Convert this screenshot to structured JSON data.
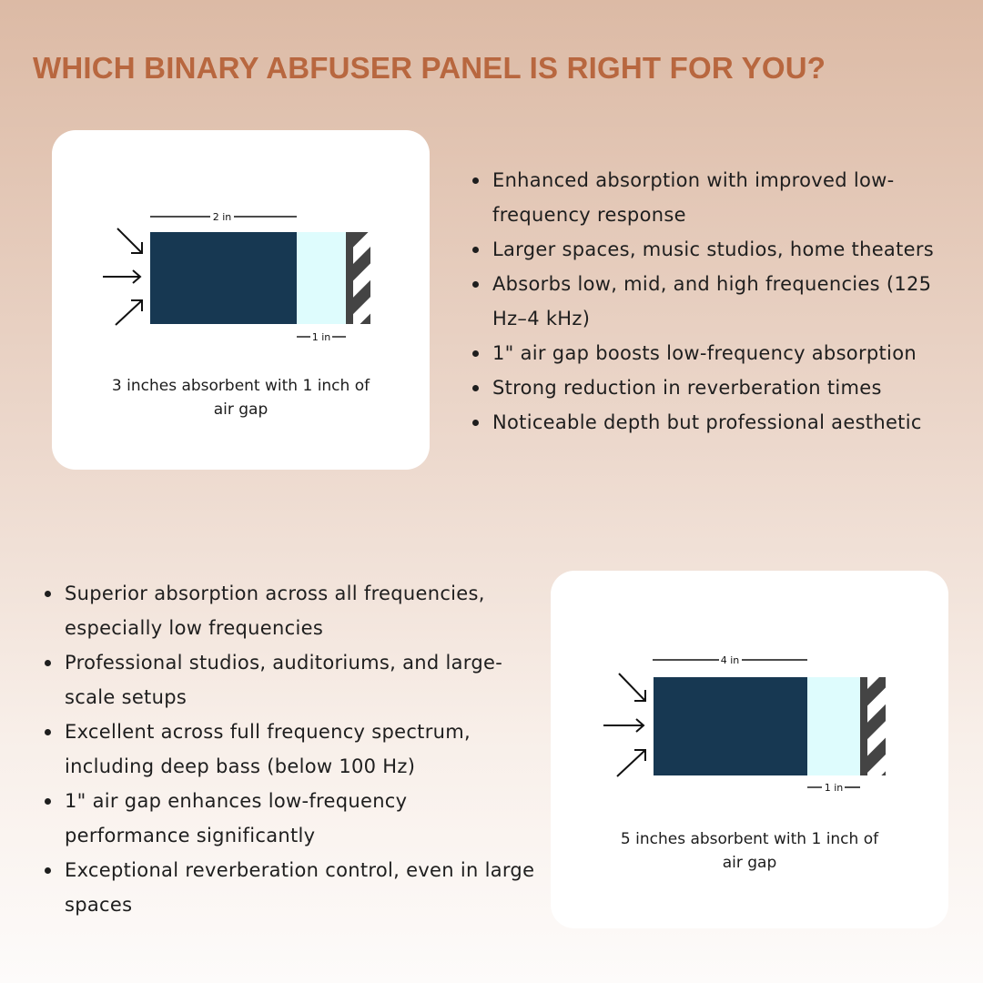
{
  "title": "WHICH BINARY ABFUSER PANEL IS RIGHT FOR YOU?",
  "colors": {
    "title": "#b8673f",
    "absorbent": "#173852",
    "air_gap": "#defcfd",
    "wall": "#444444"
  },
  "panel_3in": {
    "dimension_top": "2 in",
    "dimension_bottom": "1 in",
    "caption": "3 inches absorbent with 1 inch of air gap",
    "features": [
      "Enhanced absorption with improved low-frequency response",
      "Larger spaces, music studios, home theaters",
      "Absorbs low, mid, and high frequencies (125 Hz–4 kHz)",
      "1\" air gap boosts low-frequency absorption",
      "Strong reduction in reverberation times",
      "Noticeable depth but professional aesthetic"
    ]
  },
  "panel_5in": {
    "dimension_top": "4 in",
    "dimension_bottom": "1 in",
    "caption": "5 inches absorbent with 1 inch of air gap",
    "features": [
      "Superior absorption across all frequencies, especially low frequencies",
      "Professional studios, auditoriums, and large-scale setups",
      "Excellent across full frequency spectrum, including deep bass (below 100 Hz)",
      "1\" air gap enhances low-frequency performance significantly",
      "Exceptional reverberation control, even in large spaces"
    ]
  }
}
